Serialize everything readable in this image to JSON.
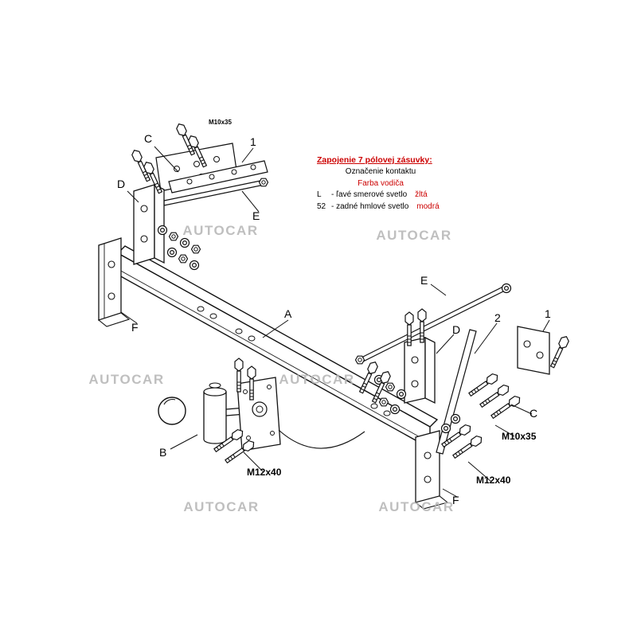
{
  "watermark": {
    "text": "AUTOCAR",
    "color": "#b5b5b5"
  },
  "labels": {
    "m10x35_top": "M10x35",
    "c_top": "C",
    "one_top": "1",
    "d_top": "D",
    "e_top": "E",
    "e_right": "E",
    "two_right": "2",
    "one_right": "1",
    "a_beam": "A",
    "d_right": "D",
    "f_left": "F",
    "c_right": "C",
    "m10x35_right": "M10x35",
    "b_ball": "B",
    "m12x40_left": "M12x40",
    "m12x40_right": "M12x40",
    "f_right": "F"
  },
  "wiring_note": {
    "title": "Zapojenie 7 pólovej zásuvky:",
    "subtitle": "Označenie kontaktu",
    "column": "Farba vodiča",
    "rows": [
      {
        "pin": "L",
        "desc": "- ľavé smerové svetlo",
        "wire_color": "žltá"
      },
      {
        "pin": "52",
        "desc": "- zadné hmlové svetlo",
        "wire_color": "modrá"
      }
    ]
  },
  "colors": {
    "line": "#111111",
    "accent_red": "#cc0000",
    "watermark_gray": "#b5b5b5"
  }
}
